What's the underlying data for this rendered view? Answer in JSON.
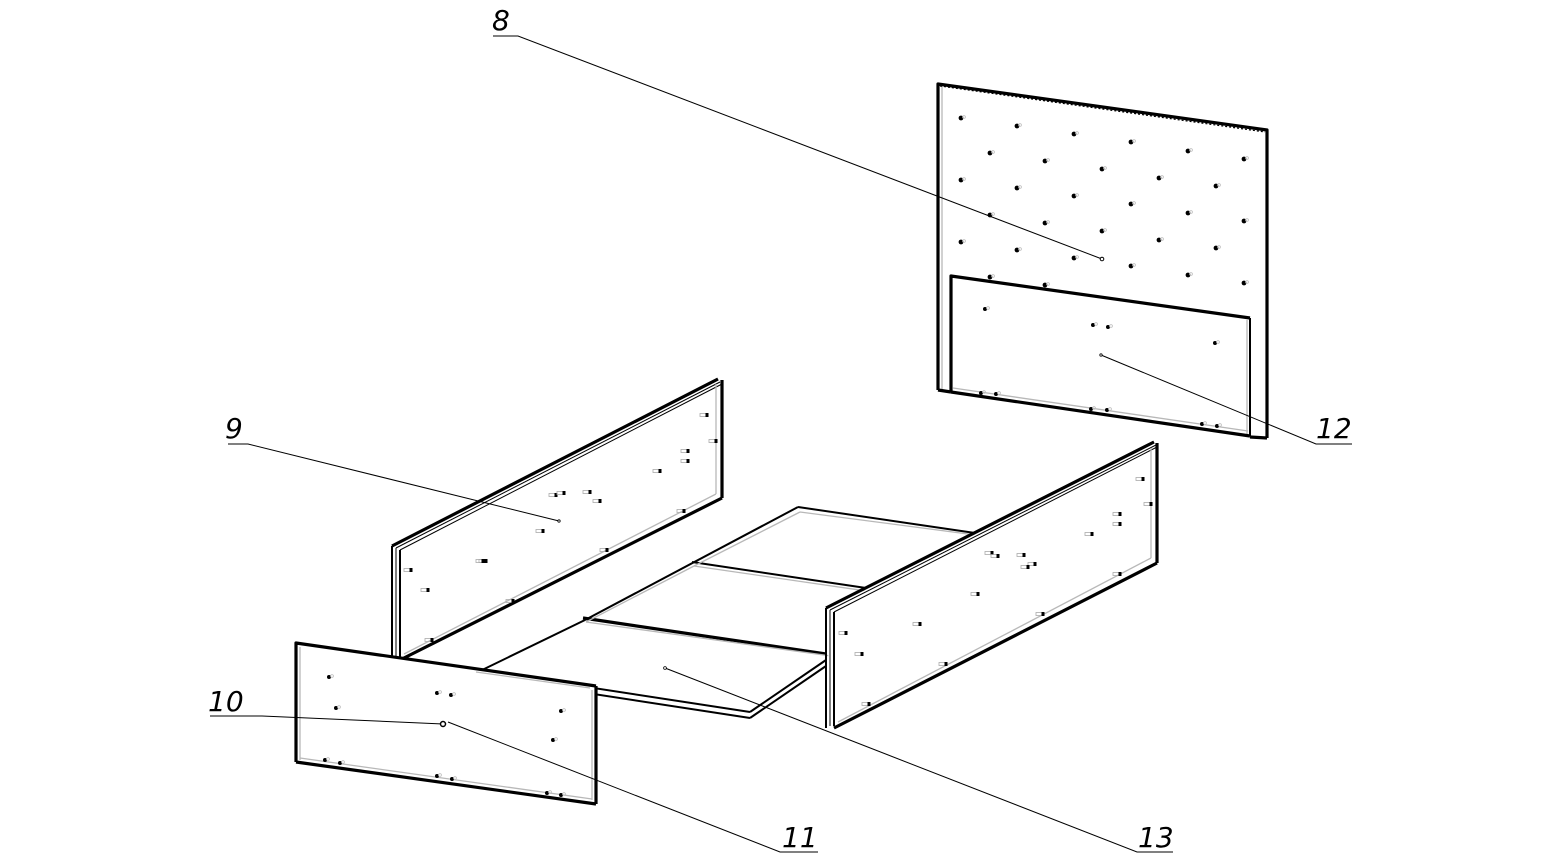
{
  "diagram": {
    "type": "exploded-assembly",
    "colors": {
      "line": "#000000",
      "hidden_line": "#b8b8b8",
      "background": "#ffffff"
    },
    "callouts": [
      {
        "id": "8",
        "label": "8",
        "part": "headboard-upholstered-panel"
      },
      {
        "id": "9",
        "label": "9",
        "part": "left-side-rail"
      },
      {
        "id": "10",
        "label": "10",
        "part": "footboard-fastener"
      },
      {
        "id": "11",
        "label": "11",
        "part": "footboard-panel"
      },
      {
        "id": "12",
        "label": "12",
        "part": "headboard-back-panel"
      },
      {
        "id": "13",
        "label": "13",
        "part": "base-slat-frame"
      }
    ]
  }
}
